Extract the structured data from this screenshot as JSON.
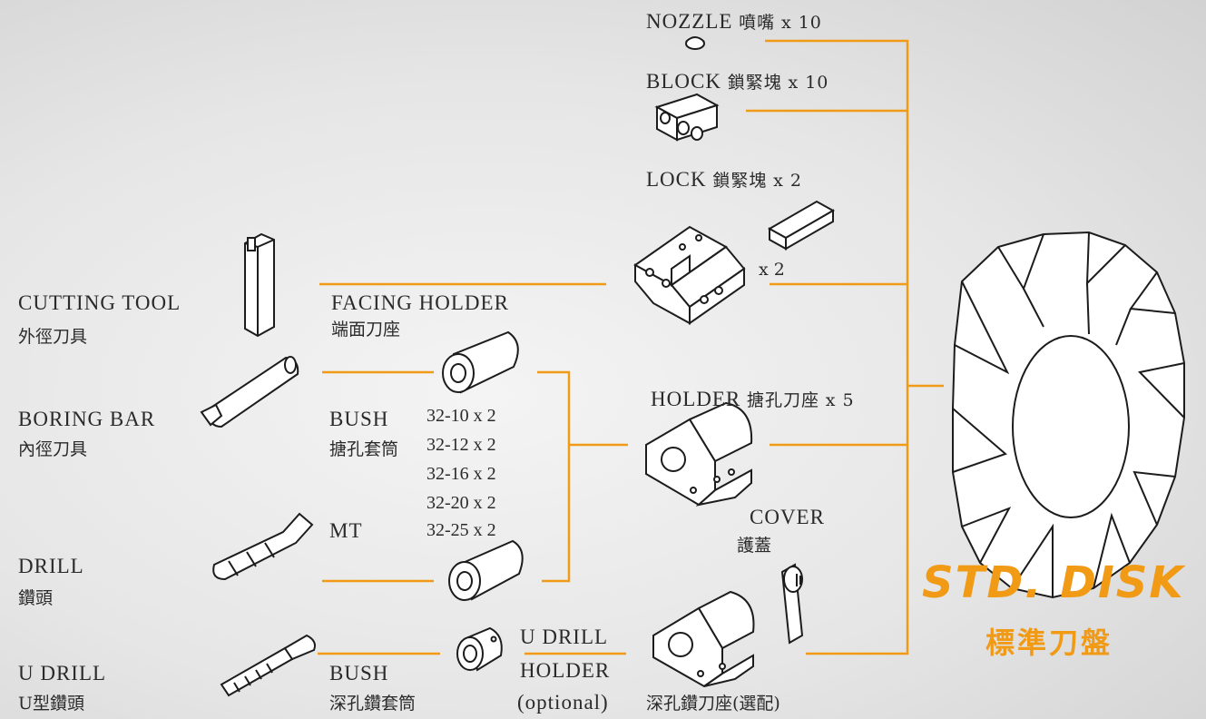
{
  "colors": {
    "connector": "#f09a16",
    "title": "#f09a16",
    "lineart": "#1c1c1c"
  },
  "left_tools": {
    "cutting_tool": {
      "en": "CUTTING TOOL",
      "zh": "外徑刀具"
    },
    "boring_bar": {
      "en": "BORING BAR",
      "zh": "內徑刀具"
    },
    "drill": {
      "en": "DRILL",
      "zh": "鑽頭"
    },
    "u_drill": {
      "en": "U DRILL",
      "zh": "U型鑽頭"
    }
  },
  "middle": {
    "facing_holder": {
      "en": "FACING HOLDER",
      "zh": "端面刀座"
    },
    "bush": {
      "en": "BUSH",
      "zh": "搪孔套筒",
      "sizes": [
        "32-10 x 2",
        "32-12 x 2",
        "32-16 x 2",
        "32-20 x 2",
        "32-25 x 2"
      ]
    },
    "mt": {
      "en": "MT"
    },
    "deep_bush": {
      "en": "BUSH",
      "zh": "深孔鑽套筒"
    },
    "u_drill_holder": {
      "en_line1": "U DRILL",
      "en_line2": "HOLDER",
      "en_line3": "(optional)"
    }
  },
  "right_parts": {
    "nozzle": {
      "en": "NOZZLE",
      "zh": "噴嘴",
      "qty": "x 10"
    },
    "block": {
      "en": "BLOCK",
      "zh": "鎖緊塊",
      "qty": "x 10"
    },
    "lock": {
      "en": "LOCK",
      "zh": "鎖緊塊",
      "qty": "x 2",
      "qty2": "x 2"
    },
    "holder": {
      "en": "HOLDER",
      "zh": "搪孔刀座",
      "qty": "x 5"
    },
    "cover": {
      "en": "COVER",
      "zh": "護蓋"
    },
    "deep_holder": {
      "zh": "深孔鑽刀座(選配)"
    }
  },
  "std_disk": {
    "title": "STD. DISK",
    "subtitle": "標準刀盤"
  },
  "icons": [
    "nozzle-icon",
    "block-icon",
    "lock-icon",
    "facing-holder-icon",
    "cutting-tool-icon",
    "boring-bar-icon",
    "bush-icon",
    "holder-icon",
    "drill-icon",
    "mt-sleeve-icon",
    "u-drill-icon",
    "deep-bush-icon",
    "u-drill-holder-icon",
    "cover-icon",
    "turret-disk-icon"
  ]
}
